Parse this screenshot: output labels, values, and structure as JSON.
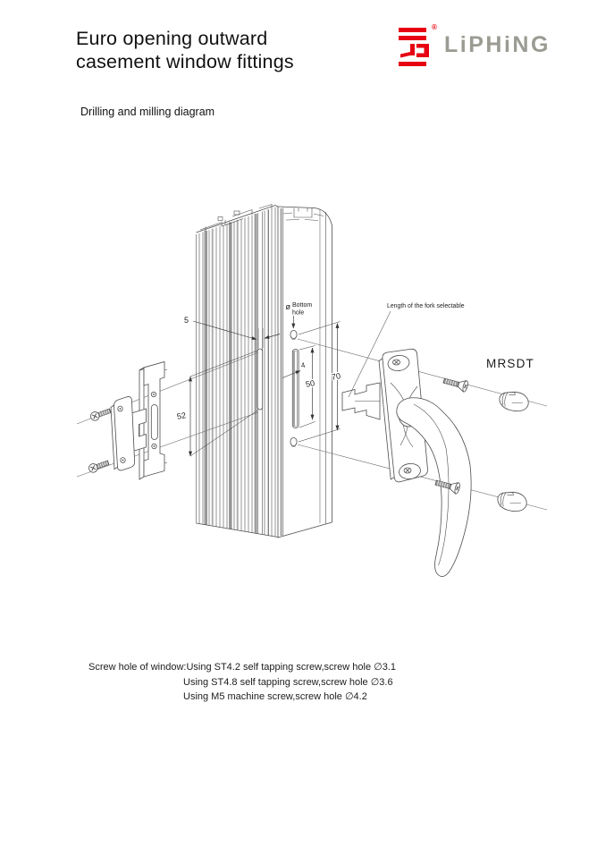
{
  "page": {
    "title_line1": "Euro opening outward",
    "title_line2": "casement window fittings",
    "subtitle": "Drilling and milling diagram"
  },
  "brand": {
    "name": "LiPHiNG",
    "registered": "®",
    "mark_color": "#e60012",
    "text_color": "#9b9b93"
  },
  "diagram": {
    "line_color": "#4d4d4d",
    "labels": {
      "groove_width": "5",
      "keeper_spacing": "52",
      "slot_width": "4",
      "slot_length": "50",
      "hole_spacing": "70",
      "hole_symbol": "ø",
      "hole_label_line1": "Bottom",
      "hole_label_line2": "hole",
      "fork_note": "Length of the fork selectable",
      "model_code": "MRSDT"
    }
  },
  "notes": {
    "lines": [
      "Screw hole of window:Using ST4.2 self tapping screw,screw hole ∅3.1",
      "Using ST4.8 self tapping screw,screw hole ∅3.6",
      "Using M5 machine screw,screw hole ∅4.2"
    ]
  }
}
